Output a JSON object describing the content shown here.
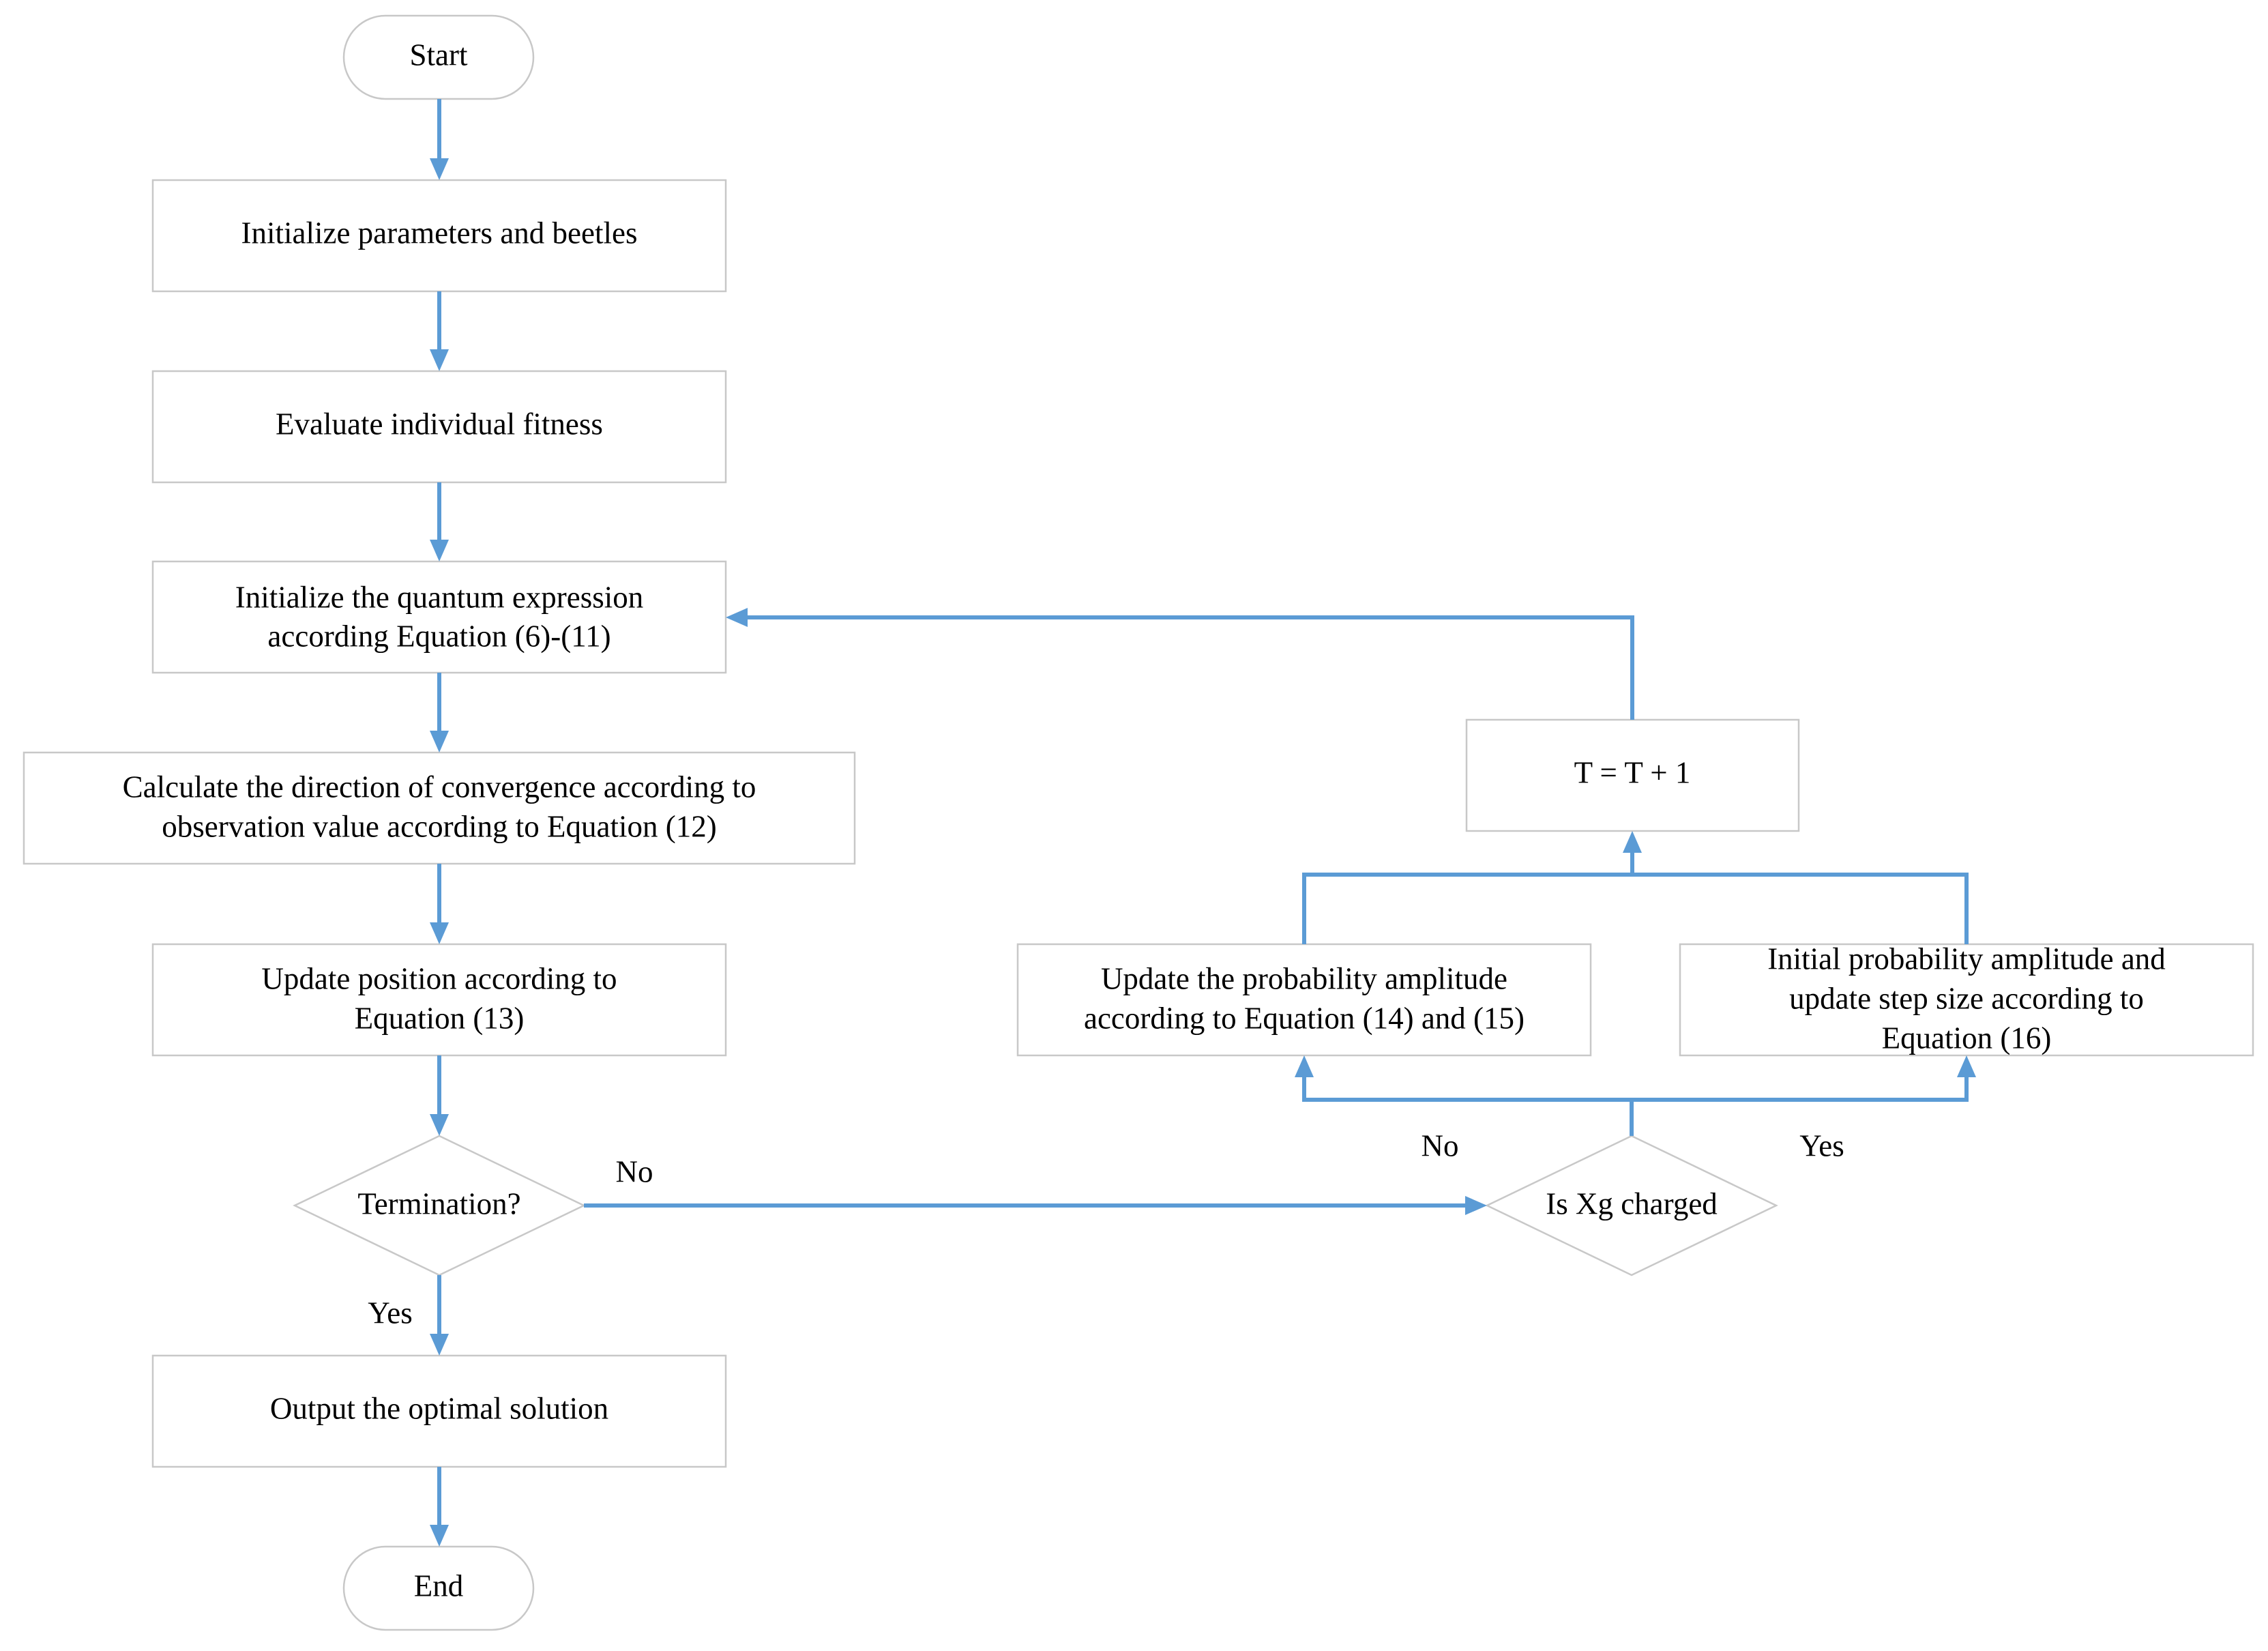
{
  "colors": {
    "arrow": "#5b9bd5",
    "box_border": "#c8c8c8",
    "text": "#000000"
  },
  "nodes": {
    "start": "Start",
    "init_params": "Initialize parameters and beetles",
    "evaluate": "Evaluate individual fitness",
    "init_quantum": [
      "Initialize the quantum expression",
      "according Equation (6)-(11)"
    ],
    "calc_direction": [
      "Calculate the direction of convergence according to",
      "observation value according to Equation (12)"
    ],
    "update_position": [
      "Update position according to",
      "Equation (13)"
    ],
    "termination": "Termination?",
    "output": "Output the optimal solution",
    "end": "End",
    "is_xg": "Is Xg charged",
    "update_amplitude": [
      "Update the probability amplitude",
      "according to Equation (14) and (15)"
    ],
    "initial_amplitude": [
      "Initial probability amplitude and",
      "update step size according to",
      "Equation (16)"
    ],
    "t_increment": "T = T + 1"
  },
  "edge_labels": {
    "termination_no": "No",
    "termination_yes": "Yes",
    "xg_no": "No",
    "xg_yes": "Yes"
  }
}
